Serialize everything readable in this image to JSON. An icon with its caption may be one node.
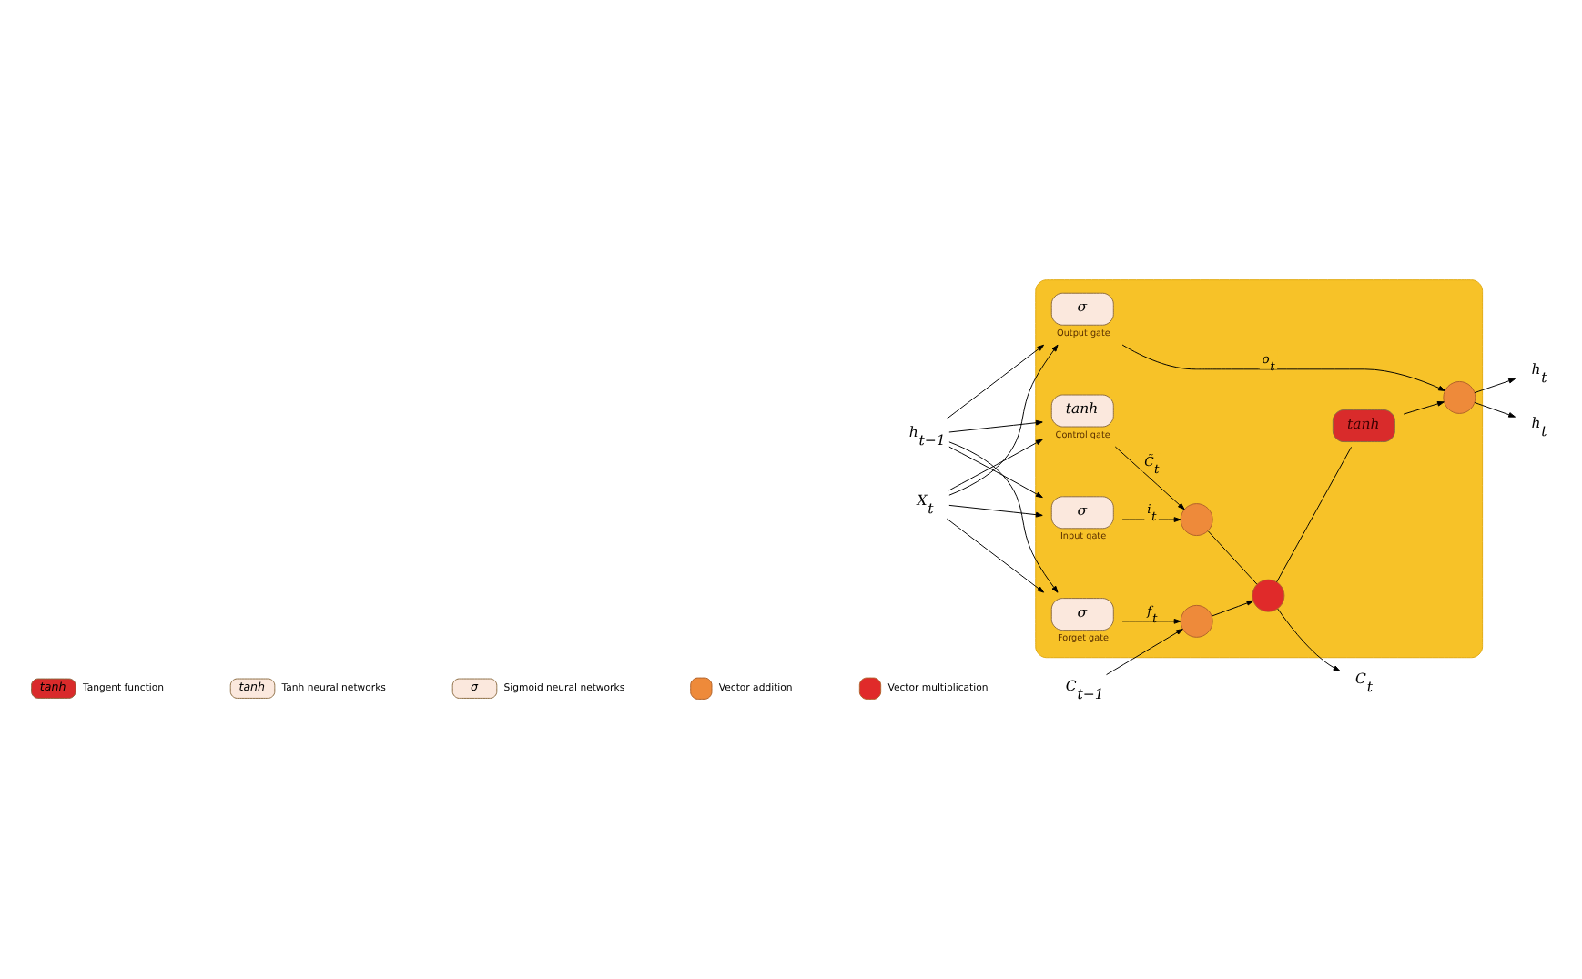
{
  "diagram": {
    "nodes": [
      {
        "text": [],
        "shape": "box"
      },
      {
        "text": [
          "C$_{t−1}$"
        ]
      },
      {
        "text": [
          "h$_{t−1}$"
        ]
      },
      {
        "text": [
          "X$_{t}$"
        ]
      },
      {
        "text": [],
        "shape": "circle",
        "in": 0
      },
      {
        "text": [],
        "shape": "circle",
        "in": 0
      },
      {
        "text": [],
        "shape": "circle",
        "in": 0
      },
      {
        "text": [
          "tanh"
        ],
        "in": 0
      },
      {
        "text": [],
        "shape": "circle",
        "in": 0
      },
      {
        "text": [
          "σ"
        ],
        "beside": [
          "Forget gate"
        ],
        "in": 0
      },
      {
        "text": [
          "σ"
        ],
        "beside": [
          "Input gate"
        ],
        "in": 0
      },
      {
        "text": [
          "tanh"
        ],
        "beside": [
          "Control gate"
        ],
        "in": 0
      },
      {
        "text": [
          "σ"
        ],
        "beside": [
          "Output gate"
        ],
        "in": 0
      },
      {
        "text": [
          "C$_{t}$"
        ]
      },
      {
        "text": [
          "h$_{t}$"
        ]
      },
      {
        "text": [
          "h$_{t}$"
        ]
      }
    ],
    "edges": [
      {
        "from": 1,
        "to": 4,
        "arrow": "to"
      },
      {
        "from": 4,
        "to": 5,
        "arrow": "to"
      },
      {
        "from": 5,
        "to": 13,
        "arrow": "to"
      },
      {
        "from": 5,
        "to": 7,
        "arrow": "none"
      },
      {
        "from": 7,
        "to": 8,
        "arrow": "to"
      },
      {
        "from": 8,
        "to": 14,
        "arrow": "to"
      },
      {
        "from": 8,
        "to": 15,
        "arrow": "to"
      },
      {
        "from": 2,
        "to": 9,
        "arrow": "to"
      },
      {
        "from": 2,
        "to": 10,
        "arrow": "to"
      },
      {
        "from": 2,
        "to": 11,
        "arrow": "to"
      },
      {
        "from": 2,
        "to": 12,
        "arrow": "to"
      },
      {
        "from": 3,
        "to": 9,
        "arrow": "to"
      },
      {
        "from": 3,
        "to": 10,
        "arrow": "to"
      },
      {
        "from": 3,
        "to": 11,
        "arrow": "to"
      },
      {
        "from": 3,
        "to": 12,
        "arrow": "to"
      },
      {
        "from": 9,
        "to": 4,
        "arrow": "to",
        "label": "f$_{t}$"
      },
      {
        "from": 10,
        "to": 6,
        "arrow": "to",
        "label": "i$_{t}$"
      },
      {
        "from": 11,
        "to": 6,
        "arrow": "to",
        "label": "C̃$_{t}$"
      },
      {
        "from": 6,
        "to": 5,
        "arrow": "none"
      },
      {
        "from": 12,
        "to": 8,
        "arrow": "to",
        "label": "o$_{t}$"
      }
    ],
    "labels": [
      "tanh",
      "tanh",
      "σ"
    ],
    "legend": [
      {
        "text": "Tangent function"
      },
      {
        "text": "Tanh neural networks"
      },
      {
        "text": "Sigmoid neural networks"
      },
      {
        "text": "Vector addition"
      },
      {
        "text": "Vector multiplication"
      }
    ]
  }
}
